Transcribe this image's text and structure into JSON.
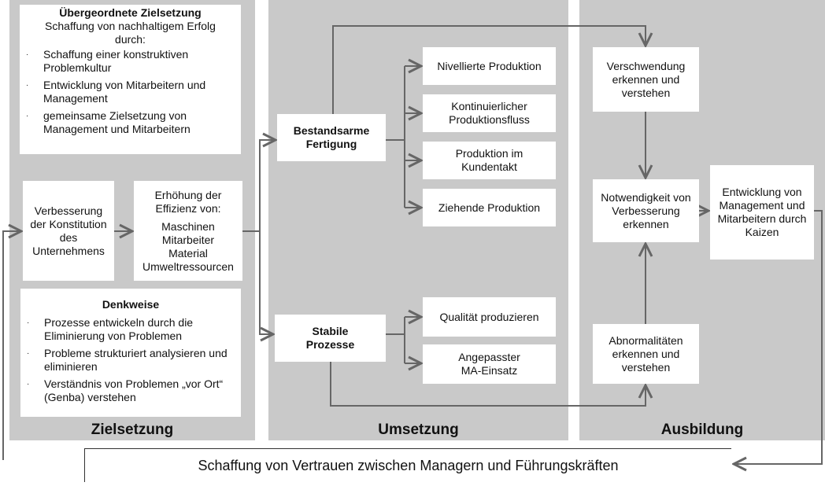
{
  "panels": {
    "zielsetzung": "Zielsetzung",
    "umsetzung": "Umsetzung",
    "ausbildung": "Ausbildung"
  },
  "top_box": {
    "title": "Übergeordnete Zielsetzung",
    "line1": "Schaffung von nachhaltigem Erfolg",
    "line2": "durch:",
    "items": [
      "Schaffung einer konstruktiven Problemkultur",
      "Entwicklung von Mitarbeitern  und Management",
      "gemeinsame Zielsetzung von Management und Mitarbeitern"
    ]
  },
  "verbesserung": "Verbesserung der Konstitution des Unternehmens",
  "erhoehung": {
    "title": "Erhöhung der Effizienz von:",
    "items": [
      "Maschinen",
      "Mitarbeiter",
      "Material",
      "Umweltressourcen"
    ]
  },
  "denkweise": {
    "title": "Denkweise",
    "items": [
      "Prozesse entwickeln durch die Eliminierung von Problemen",
      "Probleme strukturiert analysieren und eliminieren",
      "Verständnis von Problemen „vor Ort“ (Genba) verstehen"
    ]
  },
  "bestandsarm": "Bestandsarme Fertigung",
  "stabil": "Stabile Prozesse",
  "umsetzung_items": [
    "Nivellierte Produktion",
    "Kontinuierlicher Produktionsfluss",
    "Produktion im Kundentakt",
    "Ziehende Produktion",
    "Qualität produzieren",
    "Angepasster MA-Einsatz"
  ],
  "verschwendung": "Verschwendung erkennen und verstehen",
  "notwendigkeit": "Notwendigkeit von Verbesserung erkennen",
  "abnormal": "Abnormalitäten erkennen und verstehen",
  "entwicklung": "Entwicklung von Management und Mitarbeitern durch Kaizen",
  "bottom": "Schaffung von Vertrauen zwischen Managern und Führungskräften"
}
